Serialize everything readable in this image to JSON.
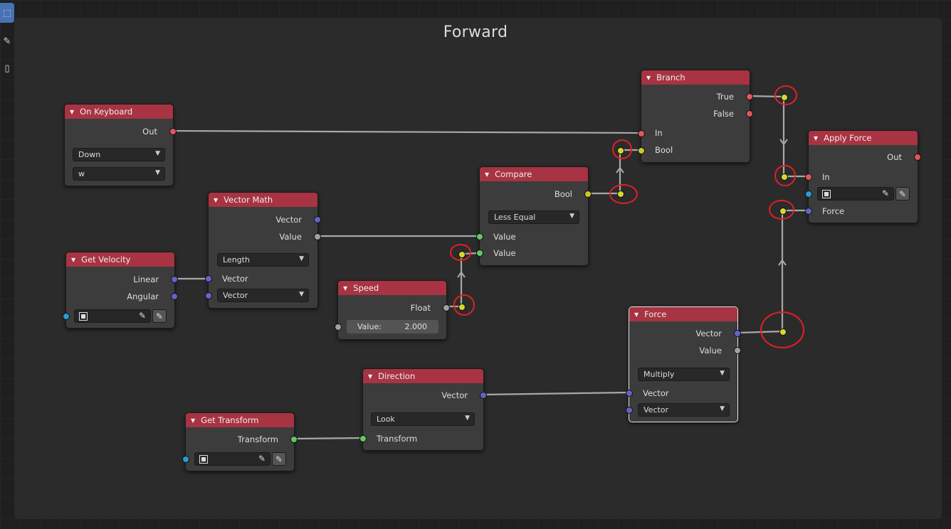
{
  "frame": {
    "title": "Forward"
  },
  "toolbar": {
    "tools": [
      {
        "name": "select-box-tool",
        "glyph": "⬚"
      },
      {
        "name": "annotate-tool",
        "glyph": "✎"
      },
      {
        "name": "cursor-3d-tool",
        "glyph": "▯"
      }
    ]
  },
  "colors": {
    "header": "#a83342",
    "node_bg": "#3c3c3c",
    "annotation": "#e61e25",
    "reroute": "#d6d62f"
  },
  "nodes": {
    "on_keyboard": {
      "title": "On Keyboard",
      "out": "Out",
      "mode": "Down",
      "key": "w"
    },
    "get_velocity": {
      "title": "Get Velocity",
      "linear": "Linear",
      "angular": "Angular"
    },
    "vector_math": {
      "title": "Vector Math",
      "vector_out": "Vector",
      "value_out": "Value",
      "operation": "Length",
      "vector_in": "Vector",
      "vector_type": "Vector"
    },
    "speed": {
      "title": "Speed",
      "float_out": "Float",
      "value_label": "Value:",
      "value": "2.000"
    },
    "compare": {
      "title": "Compare",
      "bool_out": "Bool",
      "operation": "Less Equal",
      "value_a": "Value",
      "value_b": "Value"
    },
    "branch": {
      "title": "Branch",
      "true_out": "True",
      "false_out": "False",
      "in": "In",
      "bool": "Bool"
    },
    "apply_force": {
      "title": "Apply Force",
      "out": "Out",
      "in": "In",
      "force": "Force"
    },
    "force": {
      "title": "Force",
      "vector_out": "Vector",
      "value_out": "Value",
      "operation": "Multiply",
      "vector_in": "Vector",
      "vector_type": "Vector"
    },
    "direction": {
      "title": "Direction",
      "vector_out": "Vector",
      "mode": "Look",
      "transform_in": "Transform"
    },
    "get_transform": {
      "title": "Get Transform",
      "transform_out": "Transform"
    }
  }
}
